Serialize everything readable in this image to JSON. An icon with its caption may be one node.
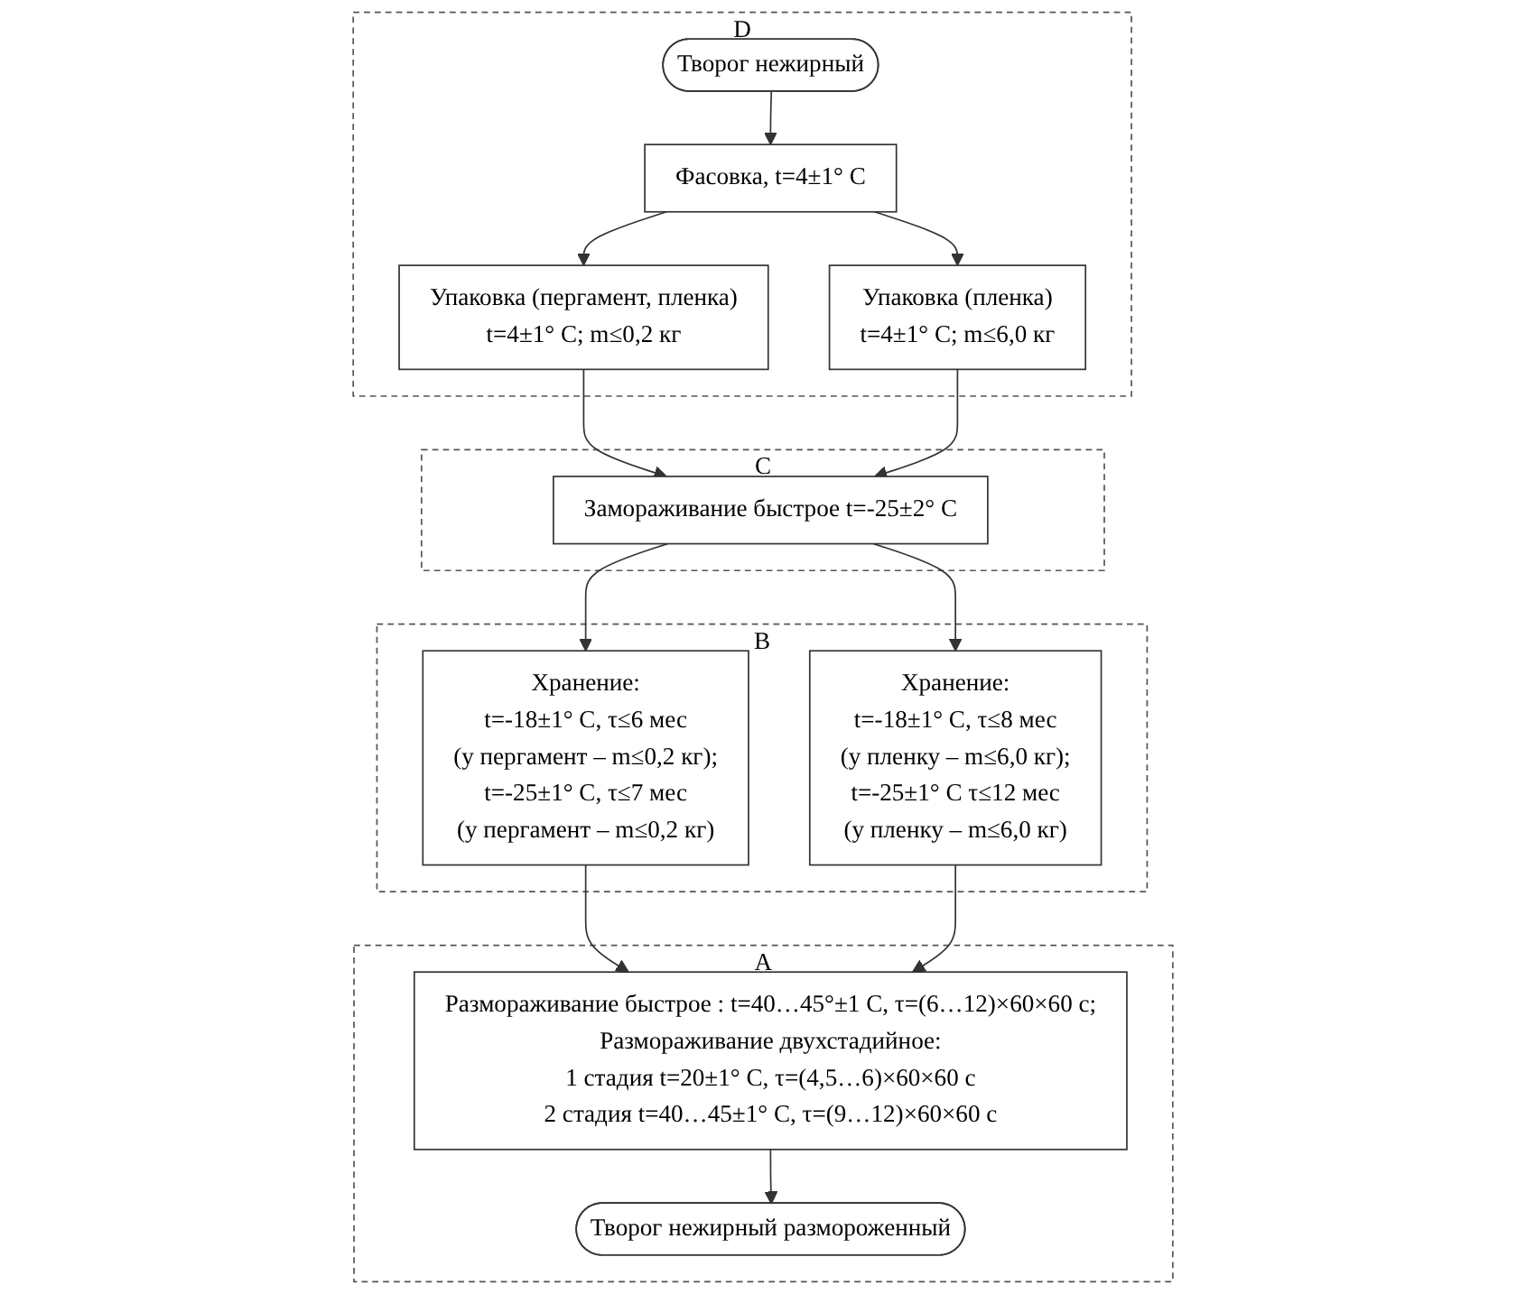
{
  "diagram": {
    "nodes": [
      {
        "text": [
          "D"
        ]
      },
      {
        "text": [
          "Творог нежирный"
        ],
        "in": 0
      },
      {
        "text": [
          "Фасовка, t=4±1° С"
        ],
        "in": 0
      },
      {
        "text": [
          "Упаковка (пергамент, пленка)",
          "t=4±1° С; m≤0,2 кг"
        ],
        "in": 0
      },
      {
        "text": [
          "Упаковка (пленка)",
          "t=4±1° С; m≤6,0 кг"
        ],
        "in": 0
      },
      {
        "text": [
          "C"
        ]
      },
      {
        "text": [
          "Замораживание быстрое t=-25±2° С"
        ],
        "in": 5
      },
      {
        "text": [
          "B"
        ]
      },
      {
        "text": [
          "Хранение:",
          "t=-18±1° С, τ≤6 мес",
          "(у пергамент – m≤0,2 кг);",
          "t=-25±1° С, τ≤7 мес",
          "(у пергамент – m≤0,2 кг)"
        ],
        "in": 7
      },
      {
        "text": [
          "Хранение:",
          "t=-18±1° С, τ≤8 мес",
          "(у пленку – m≤6,0 кг);",
          "t=-25±1° С τ≤12 мес",
          "(у пленку – m≤6,0 кг)"
        ],
        "in": 7
      },
      {
        "text": [
          "A"
        ]
      },
      {
        "text": [
          "Размораживание быстрое : t=40…45°±1 С, τ=(6…12)×60×60 с;",
          "Размораживание двухстадийное:",
          "1 стадия t=20±1° С, τ=(4,5…6)×60×60 с",
          "2 стадия t=40…45±1° С, τ=(9…12)×60×60 с"
        ],
        "in": 10
      },
      {
        "text": [
          "Творог нежирный размороженный"
        ],
        "in": 10
      }
    ],
    "edges": [
      {
        "from": 1,
        "to": 2,
        "arrow": "to"
      },
      {
        "from": 2,
        "to": 3,
        "arrow": "to"
      },
      {
        "from": 2,
        "to": 4,
        "arrow": "to"
      },
      {
        "from": 3,
        "to": 6,
        "arrow": "to"
      },
      {
        "from": 4,
        "to": 6,
        "arrow": "to"
      },
      {
        "from": 6,
        "to": 8,
        "arrow": "to"
      },
      {
        "from": 6,
        "to": 9,
        "arrow": "to"
      },
      {
        "from": 8,
        "to": 11,
        "arrow": "to"
      },
      {
        "from": 9,
        "to": 11,
        "arrow": "to"
      },
      {
        "from": 11,
        "to": 12,
        "arrow": "to"
      }
    ]
  }
}
